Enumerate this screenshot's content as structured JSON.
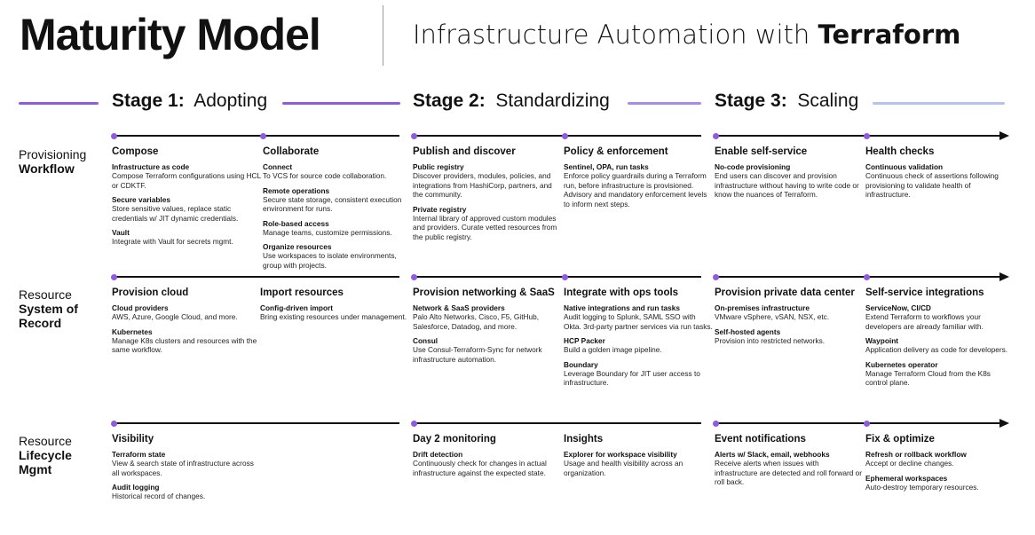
{
  "header": {
    "title": "Maturity Model",
    "subtitle_prefix": "Infrastructure Automation with",
    "subtitle_bold": "Terraform"
  },
  "stages": [
    {
      "num": "Stage 1:",
      "name": "Adopting"
    },
    {
      "num": "Stage 2:",
      "name": "Standardizing"
    },
    {
      "num": "Stage 3:",
      "name": "Scaling"
    }
  ],
  "colors": {
    "accent_purple": "#8f5ce0",
    "mid_purple": "#a78be8",
    "light_blue": "#b4c3f2",
    "line": "#111111"
  },
  "rows": [
    {
      "label_line1": "Provisioning",
      "label_bold": "Workflow",
      "cells": [
        {
          "heading": "Compose",
          "items": [
            {
              "title": "Infrastructure as code",
              "desc": "Compose Terraform configurations using HCL or CDKTF."
            },
            {
              "title": "Secure variables",
              "desc": "Store sensitive values, replace static credentials w/ JIT dynamic credentials."
            },
            {
              "title": "Vault",
              "desc": "Integrate with Vault for secrets mgmt."
            }
          ]
        },
        {
          "heading": "Collaborate",
          "items": [
            {
              "title": "Connect",
              "desc": "To VCS for source code collaboration."
            },
            {
              "title": "Remote operations",
              "desc": "Secure state storage, consistent execution environment for runs."
            },
            {
              "title": "Role-based access",
              "desc": "Manage teams, customize permissions."
            },
            {
              "title": "Organize resources",
              "desc": "Use workspaces to isolate environments, group with projects."
            }
          ]
        },
        {
          "heading": "Publish and discover",
          "items": [
            {
              "title": "Public registry",
              "desc": "Discover providers, modules, policies, and integrations from HashiCorp, partners, and the community."
            },
            {
              "title": "Private registry",
              "desc": "Internal library of approved custom modules and providers. Curate vetted resources from the public registry."
            }
          ]
        },
        {
          "heading": "Policy & enforcement",
          "items": [
            {
              "title": "Sentinel, OPA, run tasks",
              "desc": "Enforce policy guardrails during a Terraform run, before infrastructure is provisioned. Advisory and mandatory enforcement levels to inform next steps."
            }
          ]
        },
        {
          "heading": "Enable self-service",
          "items": [
            {
              "title": "No-code provisioning",
              "desc": "End users can discover and provision infrastructure without having to write code or know the nuances of Terraform."
            }
          ]
        },
        {
          "heading": "Health checks",
          "items": [
            {
              "title": "Continuous validation",
              "desc": "Continuous check of assertions following provisioning to validate health of infrastructure."
            }
          ]
        }
      ]
    },
    {
      "label_line1": "Resource",
      "label_bold": "System of Record",
      "cells": [
        {
          "heading": "Provision cloud",
          "items": [
            {
              "title": "Cloud providers",
              "desc": "AWS, Azure, Google Cloud, and more."
            },
            {
              "title": "Kubernetes",
              "desc": "Manage K8s clusters and resources with the same workflow."
            }
          ]
        },
        {
          "heading": "Import resources",
          "items": [
            {
              "title": "Config-driven import",
              "desc": "Bring existing resources under management."
            }
          ]
        },
        {
          "heading": "Provision networking & SaaS",
          "items": [
            {
              "title": "Network & SaaS providers",
              "desc": "Palo Alto Networks, Cisco, F5, GitHub, Salesforce, Datadog, and more."
            },
            {
              "title": "Consul",
              "desc": "Use Consul-Terraform-Sync for network infrastructure automation."
            }
          ]
        },
        {
          "heading": "Integrate with ops tools",
          "items": [
            {
              "title": "Native integrations and run tasks",
              "desc": "Audit logging to Splunk, SAML SSO with Okta. 3rd-party partner services via run tasks."
            },
            {
              "title": "HCP Packer",
              "desc": "Build a golden image pipeline."
            },
            {
              "title": "Boundary",
              "desc": "Leverage Boundary for JIT user access to infrastructure."
            }
          ]
        },
        {
          "heading": "Provision private data center",
          "items": [
            {
              "title": "On-premises infrastructure",
              "desc": "VMware vSphere, vSAN, NSX, etc."
            },
            {
              "title": "Self-hosted agents",
              "desc": "Provision into restricted networks."
            }
          ]
        },
        {
          "heading": "Self-service integrations",
          "items": [
            {
              "title": "ServiceNow, CI/CD",
              "desc": "Extend Terraform to workflows your developers are already familiar with."
            },
            {
              "title": "Waypoint",
              "desc": "Application delivery as code for developers."
            },
            {
              "title": "Kubernetes operator",
              "desc": "Manage Terraform Cloud from the K8s control plane."
            }
          ]
        }
      ]
    },
    {
      "label_line1": "Resource",
      "label_bold": "Lifecycle Mgmt",
      "cells": [
        {
          "heading": "Visibility",
          "items": [
            {
              "title": "Terraform state",
              "desc": "View & search state of infrastructure across all workspaces."
            },
            {
              "title": "Audit logging",
              "desc": "Historical record of changes."
            }
          ]
        },
        {
          "heading": "",
          "items": []
        },
        {
          "heading": "Day 2 monitoring",
          "items": [
            {
              "title": "Drift detection",
              "desc": "Continuously check for changes in actual infrastructure against the expected state."
            }
          ]
        },
        {
          "heading": "Insights",
          "items": [
            {
              "title": "Explorer for workspace visibility",
              "desc": "Usage and health visibility across an organization."
            }
          ]
        },
        {
          "heading": "Event notifications",
          "items": [
            {
              "title": "Alerts w/ Slack, email, webhooks",
              "desc": "Receive alerts when issues with infrastructure are detected and roll forward or roll back."
            }
          ]
        },
        {
          "heading": "Fix & optimize",
          "items": [
            {
              "title": "Refresh or rollback workflow",
              "desc": "Accept or decline changes."
            },
            {
              "title": "Ephemeral workspaces",
              "desc": "Auto-destroy temporary resources."
            }
          ]
        }
      ]
    }
  ]
}
